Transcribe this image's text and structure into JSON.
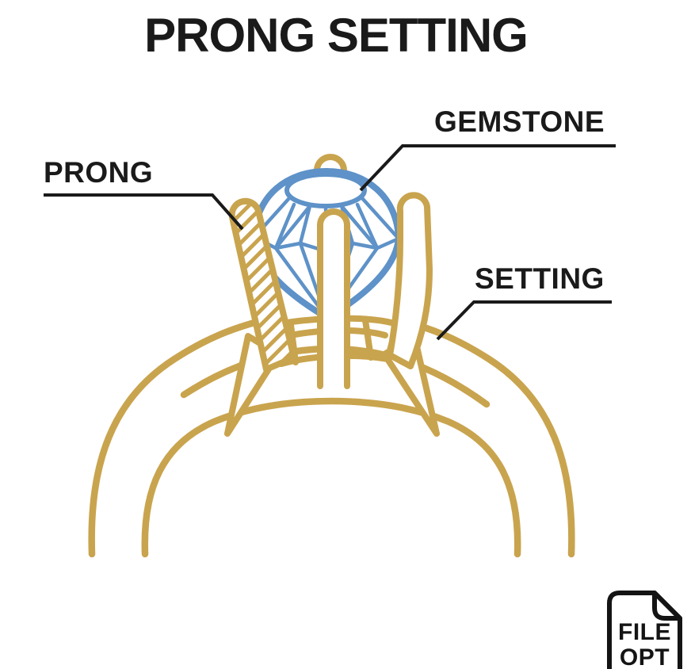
{
  "title": "PRONG SETTING",
  "labels": {
    "prong": "PRONG",
    "gemstone": "GEMSTONE",
    "setting": "SETTING"
  },
  "file_badge": {
    "line1": "FILE",
    "line2": "OPT"
  },
  "colors": {
    "gold": "#C9A44E",
    "blue": "#5E92C8",
    "ink": "#1A1A1A"
  },
  "icons": {
    "file_badge": "file-document-icon"
  }
}
